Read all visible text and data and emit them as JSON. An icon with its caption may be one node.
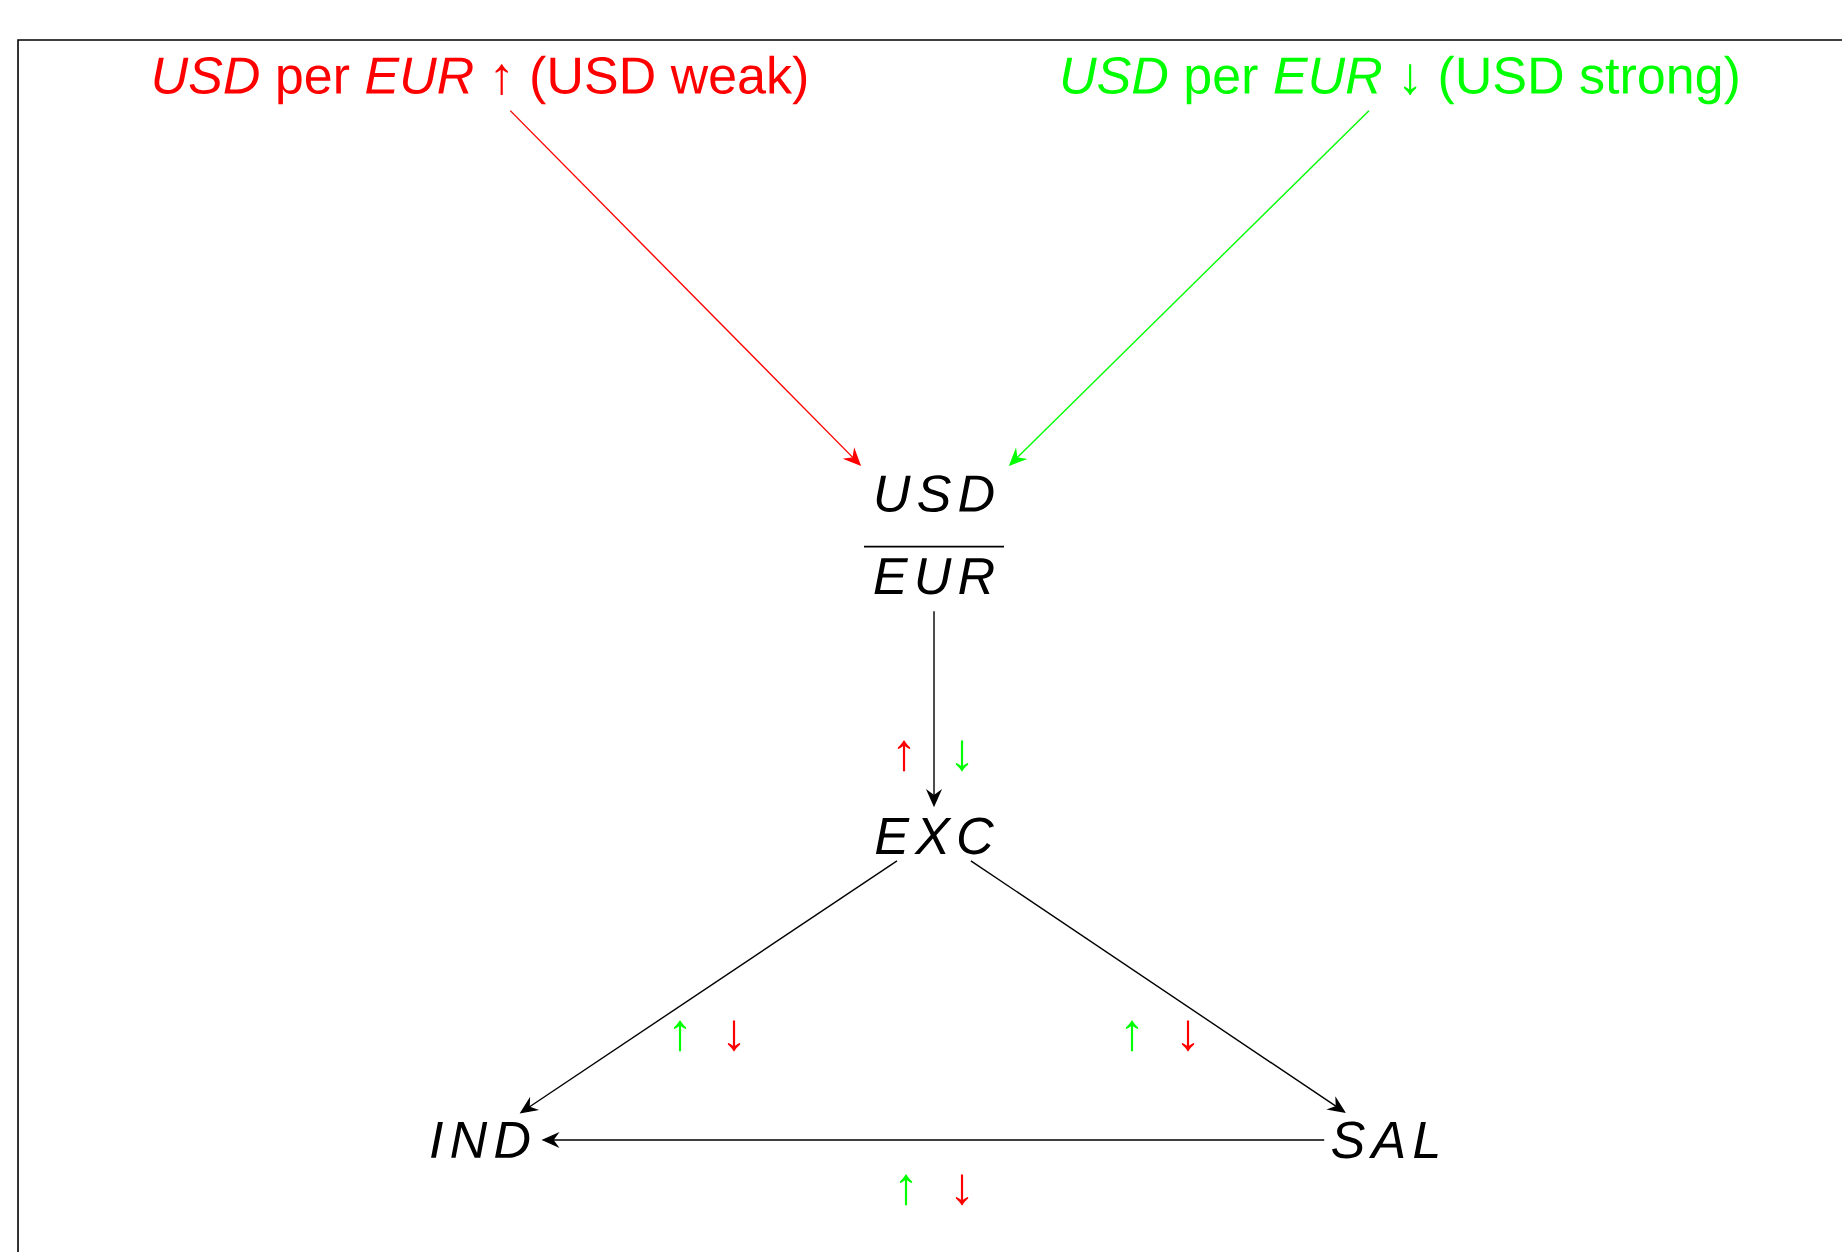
{
  "diagram": {
    "nodes": [
      {
        "text": [
          "*USD* per *EUR* ↑ (USD weak)"
        ]
      },
      {
        "text": [
          "*USD* per *EUR* ↓ (USD strong)"
        ]
      },
      {
        "text": [
          "USD",
          "EUR"
        ]
      },
      {
        "text": [
          "EXC"
        ]
      },
      {
        "text": [
          "IND"
        ]
      },
      {
        "text": [
          "SAL"
        ]
      }
    ],
    "edges": [
      {
        "from": 0,
        "to": 2,
        "arrow": "to",
        "color": "#ff0000"
      },
      {
        "from": 1,
        "to": 2,
        "arrow": "to",
        "color": "#00ff00"
      },
      {
        "from": 2,
        "to": 3,
        "arrow": "to"
      },
      {
        "from": 3,
        "to": 4,
        "arrow": "to"
      },
      {
        "from": 3,
        "to": 5,
        "arrow": "to"
      },
      {
        "from": 5,
        "to": 4,
        "arrow": "to"
      }
    ],
    "labels": [
      "↑",
      "↓",
      "↑",
      "↓",
      "↑",
      "↓",
      "↑",
      "↓"
    ]
  }
}
